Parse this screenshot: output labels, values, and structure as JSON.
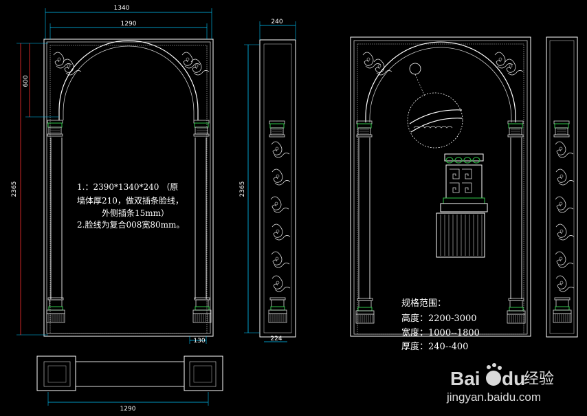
{
  "dimensions": {
    "top_outer": "1340",
    "top_inner": "1290",
    "arch_height": "600",
    "total_height": "2365",
    "side_width": "240",
    "side_height": "2365",
    "bottom_pilaster": "130",
    "side_bottom_width": "224",
    "plan_width": "1290"
  },
  "notes": {
    "line1": "1.：2390*1340*240  （原",
    "line2": "墙体厚210，做双插条脸线，",
    "line3": "外侧插条15mm）",
    "line4": "2.脸线为复合008宽80mm。"
  },
  "spec": {
    "title": "规格范围：",
    "height": "高度：2200-3000",
    "width": "宽度：1000--1800",
    "thickness": "厚度：240--400"
  },
  "watermark": {
    "brand": "Bai",
    "brand2": "du",
    "cn": "经验",
    "url": "jingyan.baidu.com"
  },
  "colors": {
    "line": "#ffffff",
    "dimension": "#00c8ff",
    "red": "#ff3030",
    "green": "#2fc84a"
  }
}
